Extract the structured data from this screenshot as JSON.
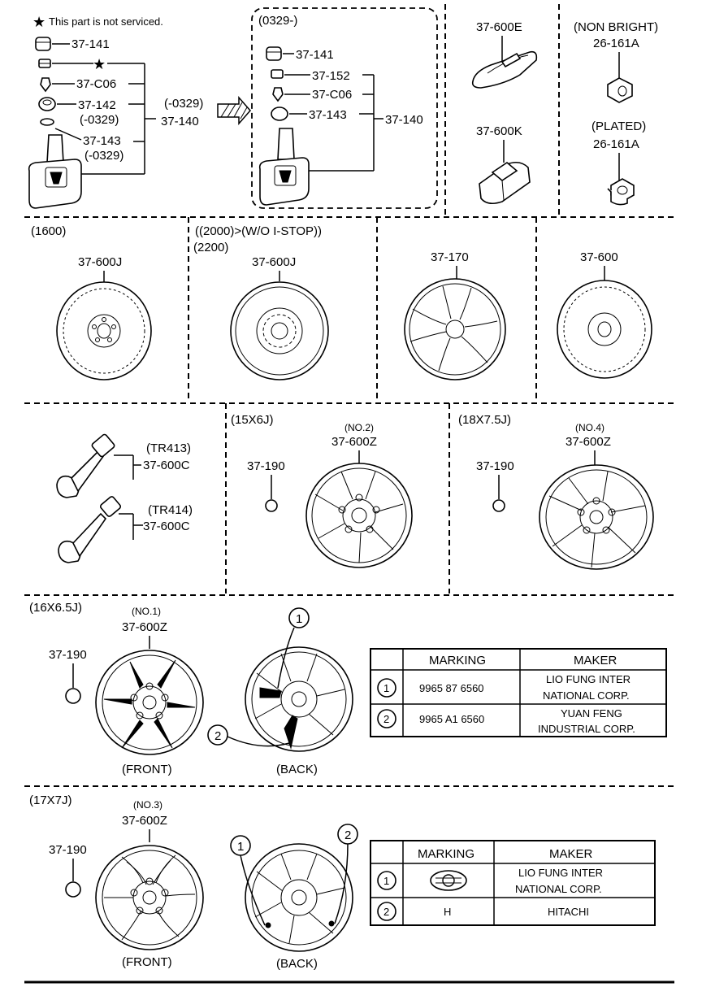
{
  "notes": {
    "not_serviced": "This part is not serviced."
  },
  "sensor_group": {
    "items": [
      "37-141",
      "37-C06",
      "37-142",
      "(-0329)",
      "37-143",
      "(-0329)"
    ],
    "assembly_range": "(-0329)",
    "assembly": "37-140"
  },
  "sensor_group_new": {
    "range": "(0329-)",
    "items": [
      "37-141",
      "37-152",
      "37-C06",
      "37-143"
    ],
    "assembly": "37-140"
  },
  "weights": {
    "a": "37-600E",
    "b": "37-600K"
  },
  "nuts": {
    "non_bright_label": "(NON BRIGHT)",
    "non_bright_part": "26-161A",
    "plated_label": "(PLATED)",
    "plated_part": "26-161A"
  },
  "spare_1600": {
    "label": "(1600)",
    "part": "37-600J"
  },
  "spare_2000": {
    "label1": "((2000)>(W/O I-STOP))",
    "label2": "(2200)",
    "part": "37-600J"
  },
  "wheel_cover": {
    "part": "37-170"
  },
  "steel_wheel": {
    "part": "37-600"
  },
  "valves": {
    "tr413_label": "(TR413)",
    "tr413_part": "37-600C",
    "tr414_label": "(TR414)",
    "tr414_part": "37-600C"
  },
  "alloy_15": {
    "size": "(15X6J)",
    "cap": "37-190",
    "no": "(NO.2)",
    "part": "37-600Z"
  },
  "alloy_18": {
    "size": "(18X7.5J)",
    "cap": "37-190",
    "no": "(NO.4)",
    "part": "37-600Z"
  },
  "alloy_16": {
    "size": "(16X6.5J)",
    "cap": "37-190",
    "no": "(NO.1)",
    "part": "37-600Z",
    "front": "(FRONT)",
    "back": "(BACK)",
    "callout1": "1",
    "callout2": "2",
    "table": {
      "headers": [
        "",
        "MARKING",
        "MAKER"
      ],
      "rows": [
        {
          "num": "1",
          "marking": "9965 87 6560",
          "maker1": "LIO FUNG INTER",
          "maker2": "NATIONAL CORP."
        },
        {
          "num": "2",
          "marking": "9965 A1 6560",
          "maker1": "YUAN FENG",
          "maker2": "INDUSTRIAL CORP."
        }
      ]
    }
  },
  "alloy_17": {
    "size": "(17X7J)",
    "cap": "37-190",
    "no": "(NO.3)",
    "part": "37-600Z",
    "front": "(FRONT)",
    "back": "(BACK)",
    "callout1": "1",
    "callout2": "2",
    "table": {
      "headers": [
        "",
        "MARKING",
        "MAKER"
      ],
      "rows": [
        {
          "num": "1",
          "marking_icon": "lfm-logo-icon",
          "maker1": "LIO FUNG INTER",
          "maker2": "NATIONAL CORP."
        },
        {
          "num": "2",
          "marking": "H",
          "maker1": "HITACHI",
          "maker2": ""
        }
      ]
    }
  }
}
